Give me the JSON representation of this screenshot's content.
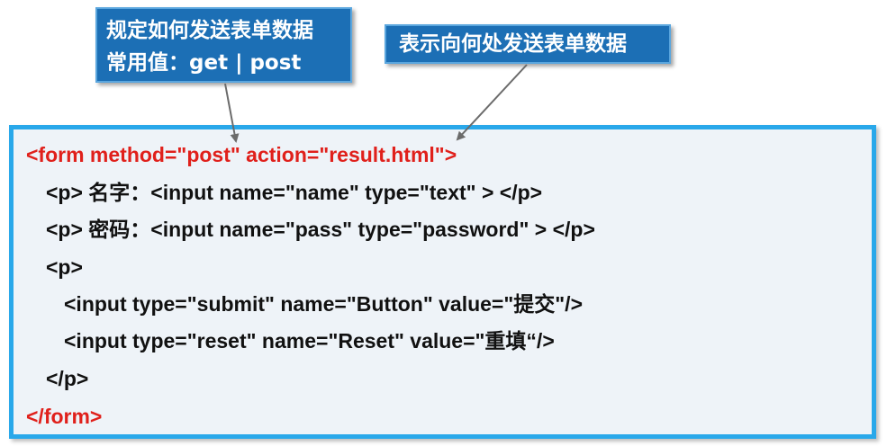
{
  "callouts": {
    "method": {
      "line1": "规定如何发送表单数据",
      "line2": "常用值：get  | post"
    },
    "action": {
      "text": "表示向何处发送表单数据"
    }
  },
  "code": {
    "lines": [
      "<form  method=\"post\" action=\"result.html\">",
      "<p>  名字：<input name=\"name\" type=\"text\" >  </p>",
      "<p>  密码：<input name=\"pass\" type=\"password\" >  </p>",
      "<p>",
      "<input type=\"submit\" name=\"Button\" value=\"提交\"/>",
      "<input type=\"reset\" name=\"Reset\" value=\"重填“/>",
      "</p>",
      "</form>"
    ]
  },
  "colors": {
    "callout_fill": "#1c6fb5",
    "callout_border": "#5aa6de",
    "box_border": "#29a8ea",
    "box_fill": "#eef3f8",
    "form_tag_text": "#e0201b",
    "body_text": "#111111",
    "arrow": "#6b6b6b"
  }
}
